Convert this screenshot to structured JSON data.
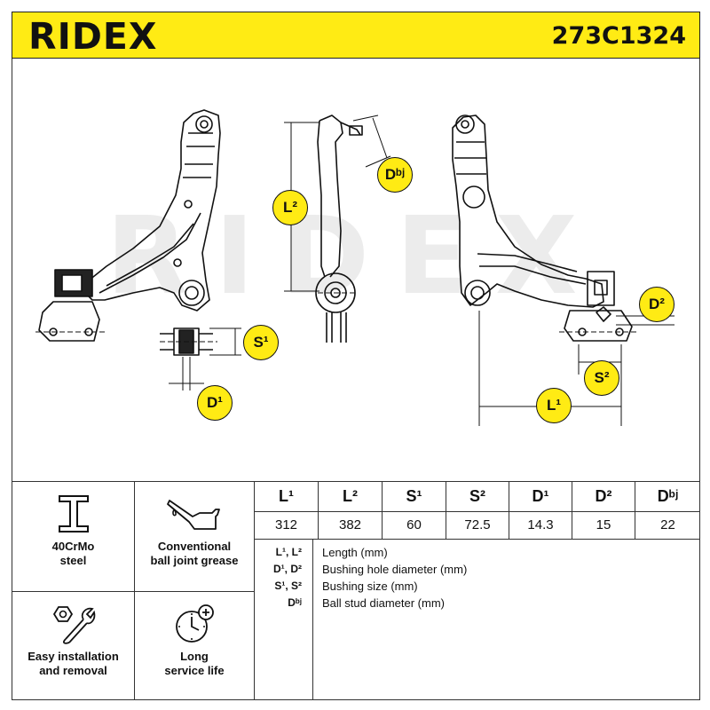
{
  "brand": "RIDEX",
  "part_number": "273C1324",
  "watermark": "RIDEX",
  "diagram_badges": {
    "l1": "L¹",
    "l2": "L²",
    "s1": "S¹",
    "s2": "S²",
    "d1": "D¹",
    "d2": "D²",
    "dbj": "Dᵇʲ"
  },
  "features": [
    {
      "icon": "i-beam-steel-icon",
      "label_line1": "40CrMo",
      "label_line2": "steel"
    },
    {
      "icon": "grease-can-icon",
      "label_line1": "Conventional",
      "label_line2": "ball joint grease"
    },
    {
      "icon": "nut-wrench-icon",
      "label_line1": "Easy installation",
      "label_line2": "and removal"
    },
    {
      "icon": "clock-plus-icon",
      "label_line1": "Long",
      "label_line2": "service life"
    }
  ],
  "spec_table": {
    "headers": [
      "L¹",
      "L²",
      "S¹",
      "S²",
      "D¹",
      "D²",
      "Dᵇʲ"
    ],
    "values": [
      "312",
      "382",
      "60",
      "72.5",
      "14.3",
      "15",
      "22"
    ]
  },
  "legend": [
    {
      "keys": "L¹, L²",
      "description": "Length (mm)"
    },
    {
      "keys": "D¹, D²",
      "description": "Bushing hole diameter (mm)"
    },
    {
      "keys": "S¹, S²",
      "description": "Bushing size (mm)"
    },
    {
      "keys": "Dᵇʲ",
      "description": "Ball stud diameter (mm)"
    }
  ],
  "colors": {
    "accent": "#ffeb14",
    "line": "#222222",
    "watermark": "#e6e6e6"
  }
}
